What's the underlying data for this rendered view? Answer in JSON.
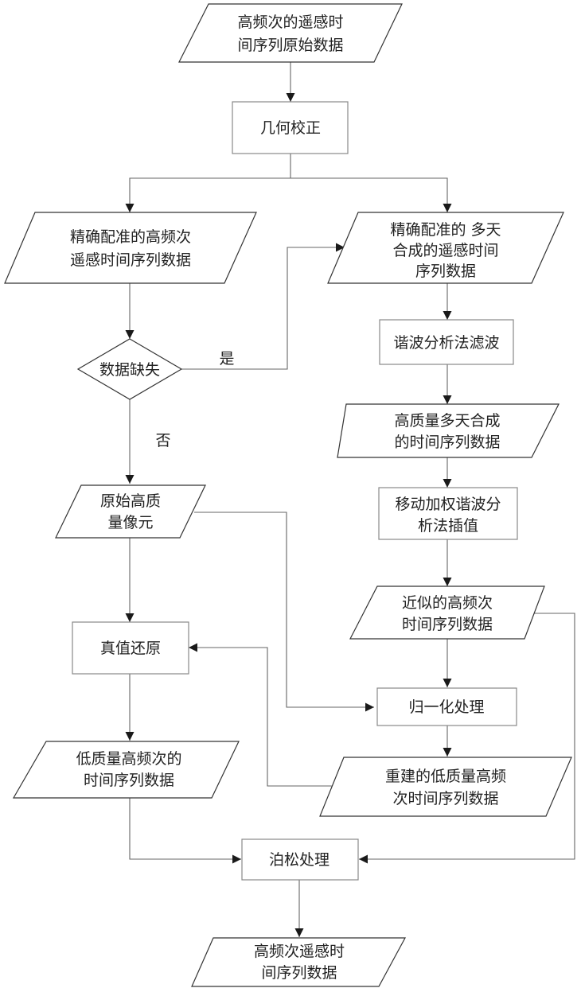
{
  "diagram": {
    "type": "flowchart",
    "nodes": {
      "raw_data": {
        "shape": "parallelogram",
        "lines": [
          "高频次的遥感时",
          "间序列原始数据"
        ]
      },
      "geo_correct": {
        "shape": "process",
        "lines": [
          "几何校正"
        ]
      },
      "registered_high_freq": {
        "shape": "parallelogram",
        "lines": [
          "精确配准的高频次",
          "遥感时间序列数据"
        ]
      },
      "registered_multi_day": {
        "shape": "parallelogram",
        "lines": [
          "精确配准的 多天",
          "合成的遥感时间",
          "序列数据"
        ]
      },
      "missing_decision": {
        "shape": "decision",
        "lines": [
          "数据缺失"
        ]
      },
      "harmonic_filter": {
        "shape": "process",
        "lines": [
          "谐波分析法滤波"
        ]
      },
      "hq_multi_day": {
        "shape": "parallelogram",
        "lines": [
          "高质量多天合成",
          "的时间序列数据"
        ]
      },
      "moving_weighted": {
        "shape": "process",
        "lines": [
          "移动加权谐波分",
          "析法插值"
        ]
      },
      "original_hq_pixel": {
        "shape": "parallelogram",
        "lines": [
          "原始高质",
          "量像元"
        ]
      },
      "approx_high_freq": {
        "shape": "parallelogram",
        "lines": [
          "近似的高频次",
          "时间序列数据"
        ]
      },
      "true_value_restore": {
        "shape": "process",
        "lines": [
          "真值还原"
        ]
      },
      "normalize": {
        "shape": "process",
        "lines": [
          "归一化处理"
        ]
      },
      "lq_high_freq": {
        "shape": "parallelogram",
        "lines": [
          "低质量高频次的",
          "时间序列数据"
        ]
      },
      "reconstructed_lq": {
        "shape": "parallelogram",
        "lines": [
          "重建的低质量高频",
          "次时间序列数据"
        ]
      },
      "poisson": {
        "shape": "process",
        "lines": [
          "泊松处理"
        ]
      },
      "final_output": {
        "shape": "parallelogram",
        "lines": [
          "高频次遥感时",
          "间序列数据"
        ]
      }
    },
    "edge_labels": {
      "yes": "是",
      "no": "否"
    },
    "edges": [
      [
        "raw_data",
        "geo_correct"
      ],
      [
        "geo_correct",
        "registered_high_freq"
      ],
      [
        "geo_correct",
        "registered_multi_day"
      ],
      [
        "registered_high_freq",
        "missing_decision"
      ],
      [
        "missing_decision",
        "registered_multi_day",
        "是"
      ],
      [
        "missing_decision",
        "original_hq_pixel",
        "否"
      ],
      [
        "registered_multi_day",
        "harmonic_filter"
      ],
      [
        "harmonic_filter",
        "hq_multi_day"
      ],
      [
        "hq_multi_day",
        "moving_weighted"
      ],
      [
        "moving_weighted",
        "approx_high_freq"
      ],
      [
        "approx_high_freq",
        "normalize"
      ],
      [
        "approx_high_freq",
        "poisson"
      ],
      [
        "original_hq_pixel",
        "true_value_restore"
      ],
      [
        "original_hq_pixel",
        "normalize"
      ],
      [
        "normalize",
        "reconstructed_lq"
      ],
      [
        "reconstructed_lq",
        "true_value_restore"
      ],
      [
        "true_value_restore",
        "lq_high_freq"
      ],
      [
        "lq_high_freq",
        "poisson"
      ],
      [
        "poisson",
        "final_output"
      ]
    ]
  }
}
